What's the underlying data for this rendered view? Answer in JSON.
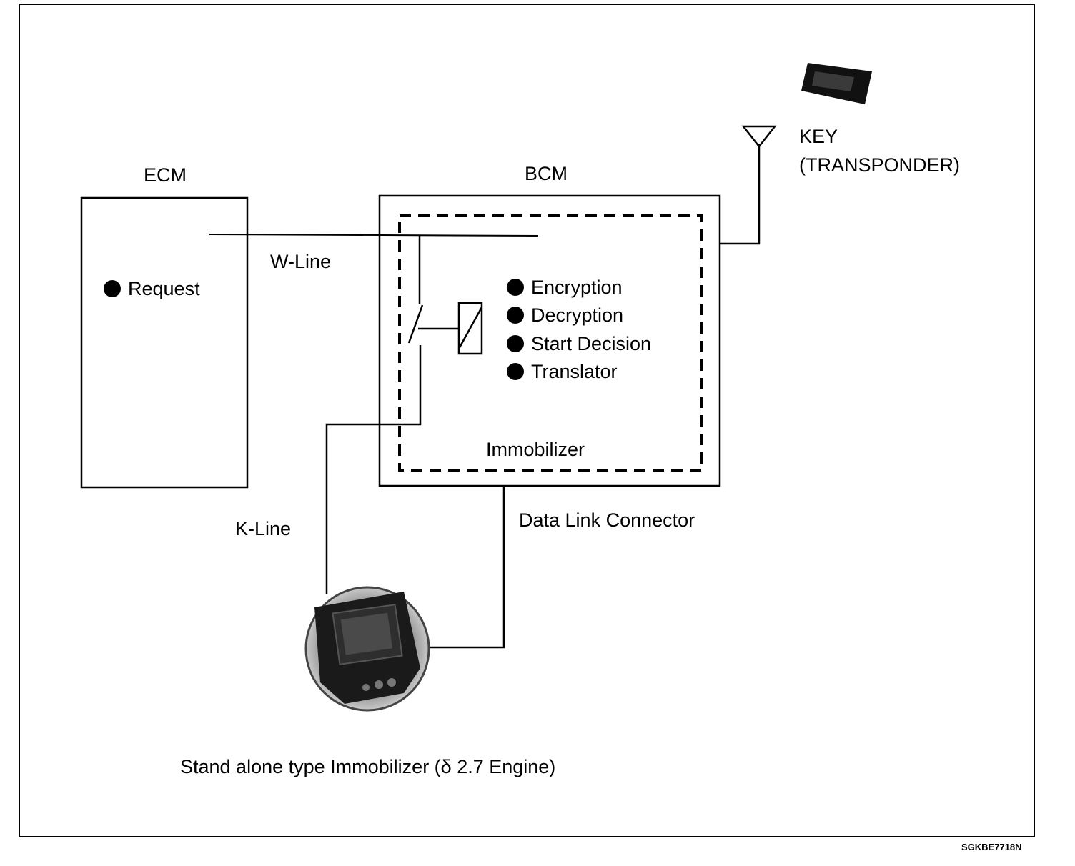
{
  "labels": {
    "ecm": "ECM",
    "bcm": "BCM",
    "key_line1": "KEY",
    "key_line2": "(TRANSPONDER)",
    "w_line": "W-Line",
    "k_line": "K-Line",
    "immobilizer": "Immobilizer",
    "data_link_connector": "Data Link Connector",
    "caption": "Stand alone type Immobilizer (δ 2.7 Engine)",
    "figure_code": "SGKBE7718N"
  },
  "ecm_items": [
    "Request"
  ],
  "bcm_items": [
    "Encryption",
    "Decryption",
    "Start Decision",
    "Translator"
  ],
  "icons": {
    "antenna": "antenna-icon",
    "key": "key-transponder-icon",
    "scan_tool": "scan-tool-icon",
    "relay": "relay-coil-icon",
    "switch": "switch-contact-icon"
  },
  "colors": {
    "line": "#000000",
    "background": "#ffffff"
  }
}
